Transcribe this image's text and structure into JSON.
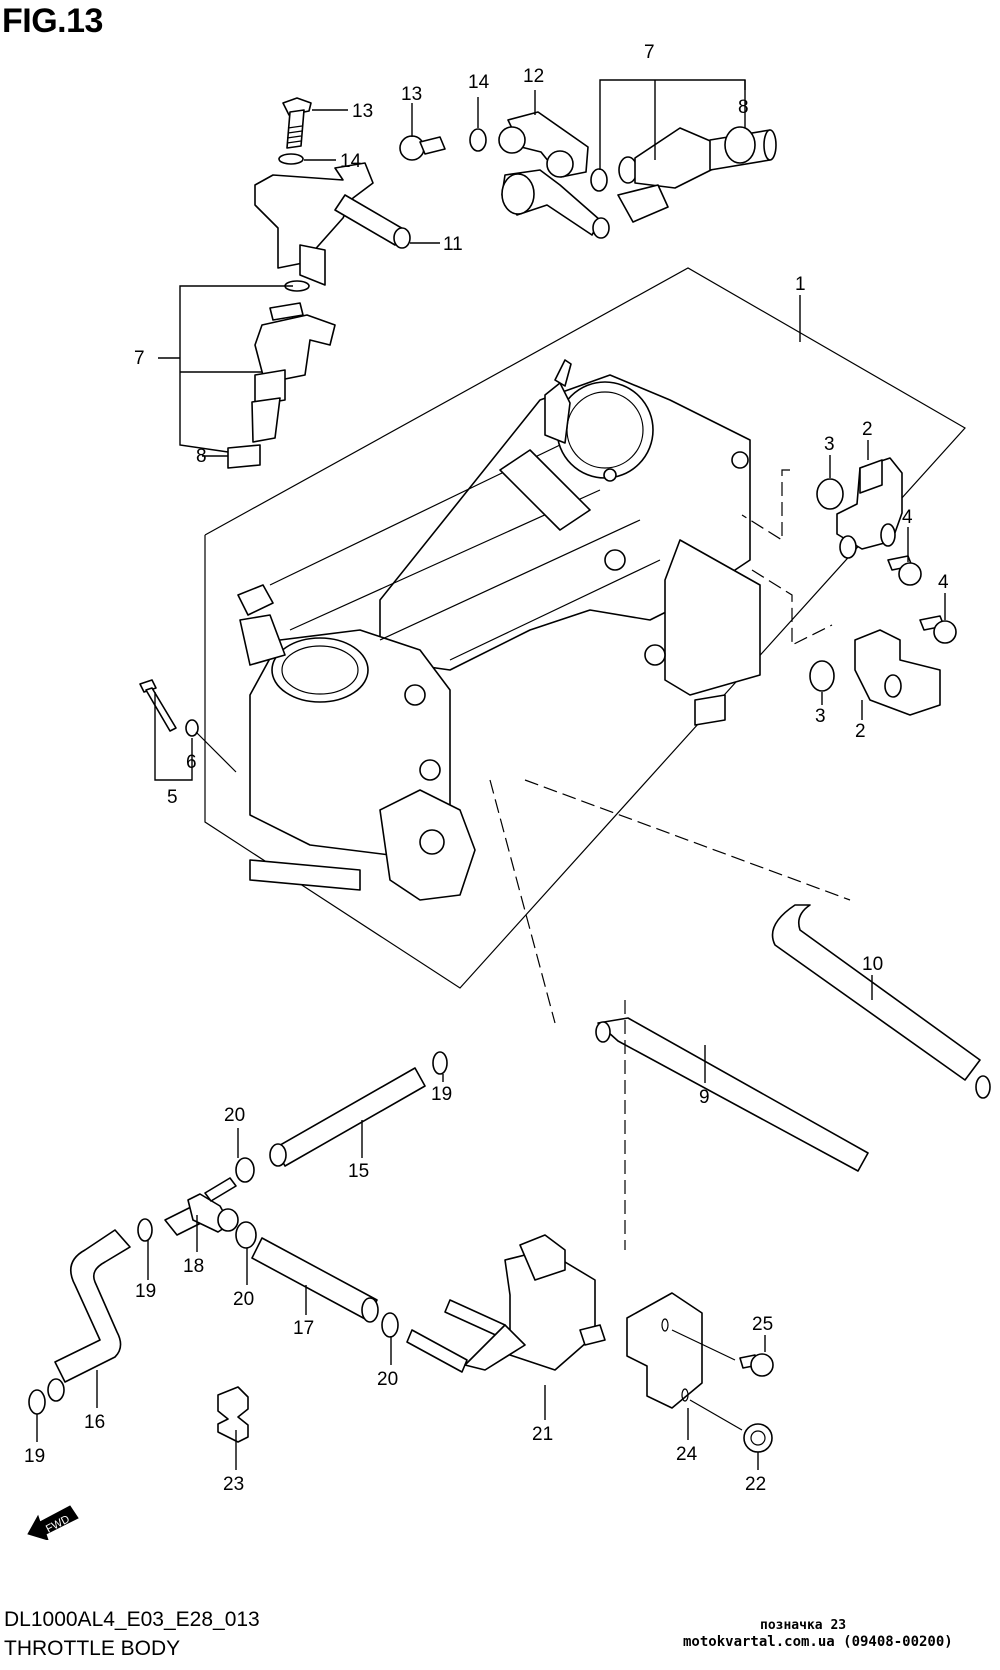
{
  "figure": {
    "title": "FIG.13",
    "model_code": "DL1000AL4_E03_E28_013",
    "section_name": "THROTTLE BODY",
    "direction_badge": "FWD"
  },
  "watermark": {
    "line1": "позначка 23",
    "line2": "motokvartal.com.ua (09408-00200)"
  },
  "callouts": {
    "c1": "1",
    "c2a": "2",
    "c2b": "2",
    "c3a": "3",
    "c3b": "3",
    "c4a": "4",
    "c4b": "4",
    "c5": "5",
    "c6": "6",
    "c7a": "7",
    "c7b": "7",
    "c8a": "8",
    "c8b": "8",
    "c9": "9",
    "c10": "10",
    "c11": "11",
    "c12": "12",
    "c13a": "13",
    "c13b": "13",
    "c14a": "14",
    "c14b": "14",
    "c15": "15",
    "c16": "16",
    "c17": "17",
    "c18": "18",
    "c19a": "19",
    "c19b": "19",
    "c19c": "19",
    "c20a": "20",
    "c20b": "20",
    "c20c": "20",
    "c21": "21",
    "c22": "22",
    "c23": "23",
    "c24": "24",
    "c25": "25"
  }
}
